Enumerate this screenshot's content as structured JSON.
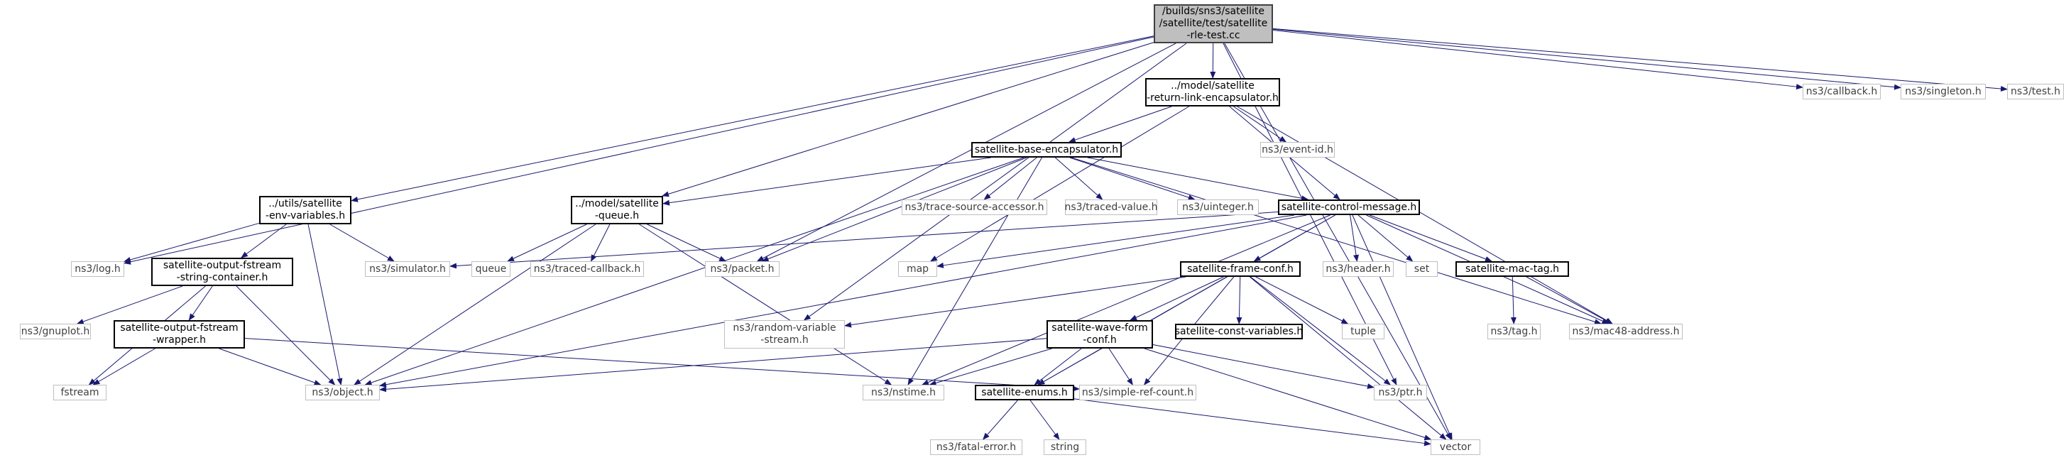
{
  "colors": {
    "edge": "#191970",
    "node_border": "#000000",
    "external_border": "#bfbfbf",
    "root_fill": "#bfbfbf"
  },
  "nodes": {
    "root": "/builds/sns3/satellite\n/satellite/test/satellite\n-rle-test.cc",
    "rle_encap": "../model/satellite\n-return-link-encapsulator.h",
    "callback": "ns3/callback.h",
    "singleton": "ns3/singleton.h",
    "test": "ns3/test.h",
    "event_id": "ns3/event-id.h",
    "base_encap": "satellite-base-encapsulator.h",
    "env_vars": "../utils/satellite\n-env-variables.h",
    "queue_h": "../model/satellite\n-queue.h",
    "trace_src": "ns3/trace-source-accessor.h",
    "traced_value": "ns3/traced-value.h",
    "uinteger": "ns3/uinteger.h",
    "ctrl_msg": "satellite-control-message.h",
    "log": "ns3/log.h",
    "fstream_container": "satellite-output-fstream\n-string-container.h",
    "simulator": "ns3/simulator.h",
    "queue": "queue",
    "traced_callback": "ns3/traced-callback.h",
    "packet": "ns3/packet.h",
    "map": "map",
    "frame_conf": "satellite-frame-conf.h",
    "header": "ns3/header.h",
    "set": "set",
    "mac_tag": "satellite-mac-tag.h",
    "gnuplot": "ns3/gnuplot.h",
    "fstream_wrapper": "satellite-output-fstream\n-wrapper.h",
    "random_var": "ns3/random-variable\n-stream.h",
    "wave_form": "satellite-wave-form\n-conf.h",
    "const_vars": "satellite-const-variables.h",
    "tuple": "tuple",
    "tag": "ns3/tag.h",
    "mac48": "ns3/mac48-address.h",
    "fstream": "fstream",
    "object": "ns3/object.h",
    "nstime": "ns3/nstime.h",
    "enums": "satellite-enums.h",
    "simple_ref": "ns3/simple-ref-count.h",
    "ptr": "ns3/ptr.h",
    "vector": "vector",
    "fatal_error": "ns3/fatal-error.h",
    "string": "string"
  }
}
